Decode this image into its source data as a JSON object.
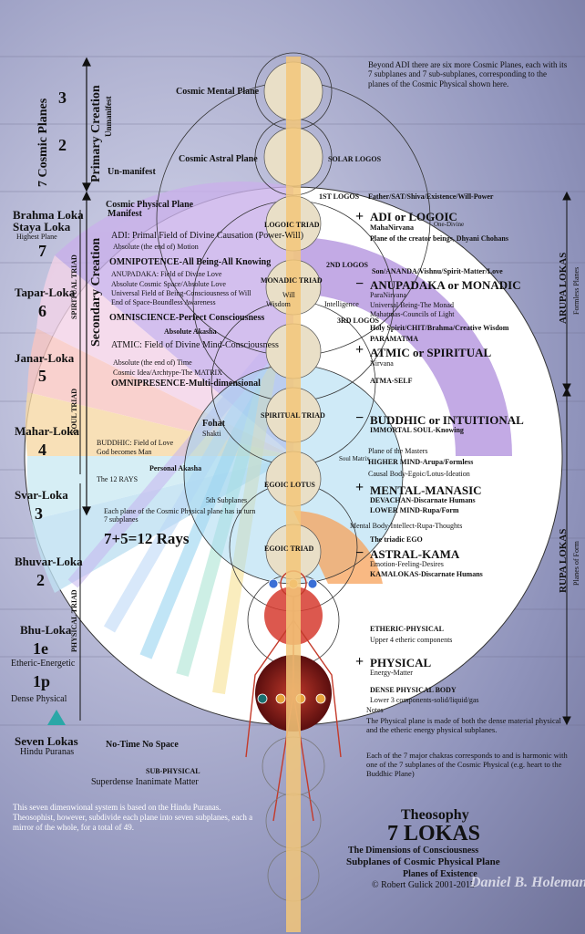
{
  "colors": {
    "background": "#a9abcc",
    "beam": "#f3c779",
    "disc": "#ffffff",
    "spiritual": "#b99be0",
    "atmic": "#f6c3c8",
    "buddhic": "#a8d8f0",
    "mental": "#f7a25a",
    "physical": "#8b1a1a",
    "triangle": "#2aa7a7"
  },
  "cosmic": {
    "label": "7 Cosmic Planes",
    "num3": "3",
    "num2": "2",
    "primary": "Primary Creation",
    "unmanifest_small": "Unmanifest",
    "unmanifest": "Un-manifest",
    "secondary": "Secondary Creation",
    "manifest": "Manifest",
    "spiritual_triad": "SPIRITUAL TRIAD",
    "soul_triad": "SOUL TRIAD",
    "physical_triad": "PHYSICAL TRIAD"
  },
  "top_note": "Beyond ADI there are six more Cosmic Planes, each with its 7 subplanes and 7 sub-subplanes, corresponding to the planes of the Cosmic Physical shown here.",
  "circles": {
    "mental": "Cosmic Mental Plane",
    "astral": "Cosmic Astral Plane",
    "solar_logos": "SOLAR LOGOS",
    "physical": "Cosmic Physical  Plane"
  },
  "lokas": [
    {
      "name": "Brahma Loka",
      "alt": "Staya Loka",
      "sub": "Highest Plane",
      "num": "7"
    },
    {
      "name": "Tapar-Loka",
      "num": "6"
    },
    {
      "name": "Janar-Loka",
      "num": "5"
    },
    {
      "name": "Mahar-Loka",
      "num": "4"
    },
    {
      "name": "Svar-Loka",
      "num": "3"
    },
    {
      "name": "Bhuvar-Loka",
      "num": "2"
    },
    {
      "name": "Bhu-Loka",
      "num": "1e",
      "sub": "Etheric-Energetic",
      "num2": "1p",
      "sub2": "Dense Physical"
    }
  ],
  "seven_lokas": {
    "title": "Seven Lokas",
    "sub": "Hindu Puranas"
  },
  "no_time": "No-Time  No Space",
  "sub_physical": {
    "title": "SUB-PHYSICAL",
    "sub": "Superdense Inanimate Matter"
  },
  "bottom_note": "This seven dimenwional system is based on the Hindu Puranas. Theosophist, however, subdivide each plane into seven subplanes, each a mirror of the whole, for a total of 49.",
  "inner": {
    "adi": "ADI: Primal Field of Divine Causation (Power-Will)",
    "absolute": "Absolute (the end of) Motion",
    "omnipotence": "OMNIPOTENCE-All Being-All Knowing",
    "anupadaka": "ANUPADAKA: Field of Divine Love",
    "abs_space": "Absolute Cosmic Space/Absolute Love",
    "universal": "Universal Field of Being-Consciousness of Will",
    "end_space": "End of Space-Boundless Awareness",
    "omniscience": "OMNISCIENCE-Perfect Consciousness",
    "abs_akasha": "Absolute Akasha",
    "atmic": "ATMIC: Field of Divine Mind-Consciousness",
    "abs_time": "Absolute (the end of) Time",
    "cosmic_idea": "Cosmic Idea/Archtype-The MATRIX",
    "omnipresence": "OMNIPRESENCE-Multi-dimensional",
    "fohat": "Fohat",
    "shakti": "Shakti",
    "buddhic": "BUDDHIC: Field of Love",
    "god_man": "God becomes Man",
    "personal_akasha": "Personal Akasha",
    "rays12": "The 12 RAYS",
    "each_plane": "Each plane of the Cosmic Physical plane has in turn 7 subplanes",
    "sub7": "5th Subplanes",
    "rays": "7+5=12 Rays",
    "soul_matrix": "Soul Matrix",
    "wisdom": "Wisdom",
    "will": "Will",
    "intelligence": "Intelligence"
  },
  "triads": {
    "logoic": "LOGOIC TRIAD",
    "monadic": "MONADIC TRIAD",
    "spiritual": "SPIRITUAL TRIAD",
    "egoic_lotus": "EGOIC LOTUS",
    "egoic": "EGOIC TRIAD",
    "logos1": "1ST LOGOS",
    "logos2": "2ND LOGOS",
    "logos3": "3RD LOGOS"
  },
  "right": {
    "father": "Father/SAT/Shiva/Existence/Will-Power",
    "adi": "ADI or LOGOIC",
    "maha": "MahaNirvana",
    "one_divine": "One-Divine",
    "plane_creator": "Plane of the creator beings, Dhyani Chohans",
    "son": "Son/ANANDA/Vishnu/Spirit-Matter/Love",
    "anupadaka": "ANUPADAKA or MONADIC",
    "paranirvana": "ParaNirvana",
    "universal_being": "Universal Being-The Monad",
    "mahatmas": "Mahatmas-Councils of Light",
    "holy": "Holy Spirit/CHIT/Brahma/Creative Wisdom",
    "paramatma": "PARAMATMA",
    "atmic": "ATMIC or SPIRITUAL",
    "nirvana": "Nirvana",
    "atma_self": "ATMA-SELF",
    "buddhic": "BUDDHIC or INTUITIONAL",
    "immortal": "IMMORTAL SOUL-Knowing",
    "masters": "Plane of the Masters",
    "higher_mind": "HIGHER MIND-Arupa/Formless",
    "causal": "Causal Body-Egoic/Lotus-Ideation",
    "mental": "MENTAL-MANASIC",
    "devachan": "DEVACHAN-Discarnate Humans",
    "lower_mind": "LOWER MIND-Rupa/Form",
    "mental_body": "Mental Body-Intellect-Rupa-Thoughts",
    "triadic": "The triadic EGO",
    "astral": "ASTRAL-KAMA",
    "emotion": "Emotion-Feeling-Desires",
    "kamalokas": "KAMALOKAS-Discarnate Humans",
    "etheric": "ETHERIC-PHYSICAL",
    "upper4": "Upper 4 etheric components",
    "physical": "PHYSICAL",
    "energy": "Energy-Matter",
    "dense": "DENSE PHYSICAL BODY",
    "lower3": "Lower 3 components-solid/liquid/gas",
    "notes": "Notes",
    "note1": "The Physical plane is made of both the dense material physical and the etheric energy physical subplanes.",
    "note2": "Each of the 7 major chakras corresponds to and is harmonic with one of the 7 subplanes of the Cosmic Physical (e.g. heart to the Buddhic Plane)",
    "arupa": "ARUPA LOKAS",
    "formless": "Formless Planes",
    "rupa": "RUPA LOKAS",
    "planes_form": "Planes of Form"
  },
  "signs": {
    "plus": "+",
    "minus": "−"
  },
  "footer": {
    "theosophy": "Theosophy",
    "lokas": "7 LOKAS",
    "dimensions": "The Dimensions of Consciousness",
    "subplanes": "Subplanes of Cosmic Physical Plane",
    "planes": "Planes of Existence",
    "copyright": "©  Robert Gulick 2001-2015",
    "watermark": "Daniel B. Holeman"
  }
}
